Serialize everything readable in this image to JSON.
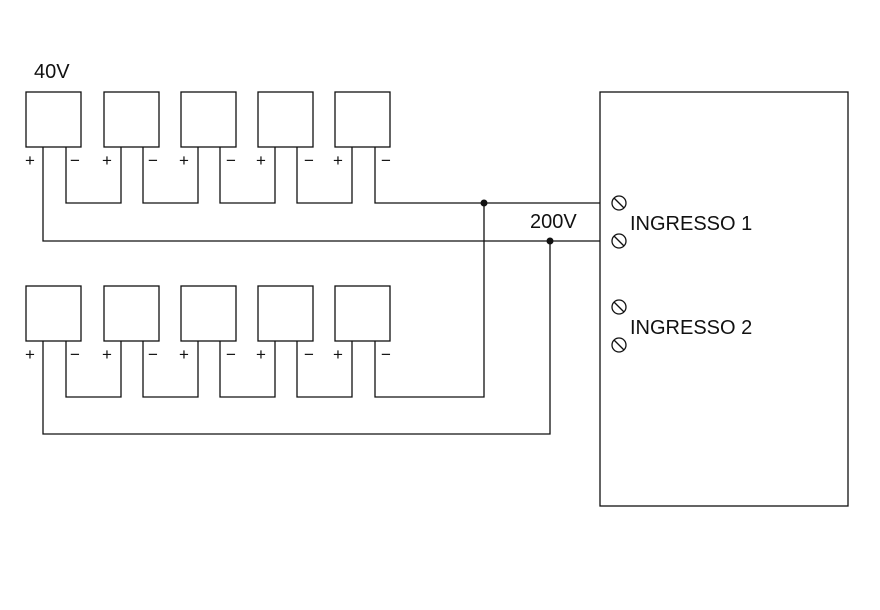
{
  "labels": {
    "panel_voltage": "40V",
    "string_voltage": "200V",
    "input_1": "INGRESSO 1",
    "input_2": "INGRESSO 2"
  },
  "panel_terminals": {
    "plus": "+",
    "minus": "−"
  },
  "strings": [
    {
      "panel_count": 5
    },
    {
      "panel_count": 5
    }
  ],
  "colors": {
    "line": "#111111",
    "background": "#ffffff"
  }
}
